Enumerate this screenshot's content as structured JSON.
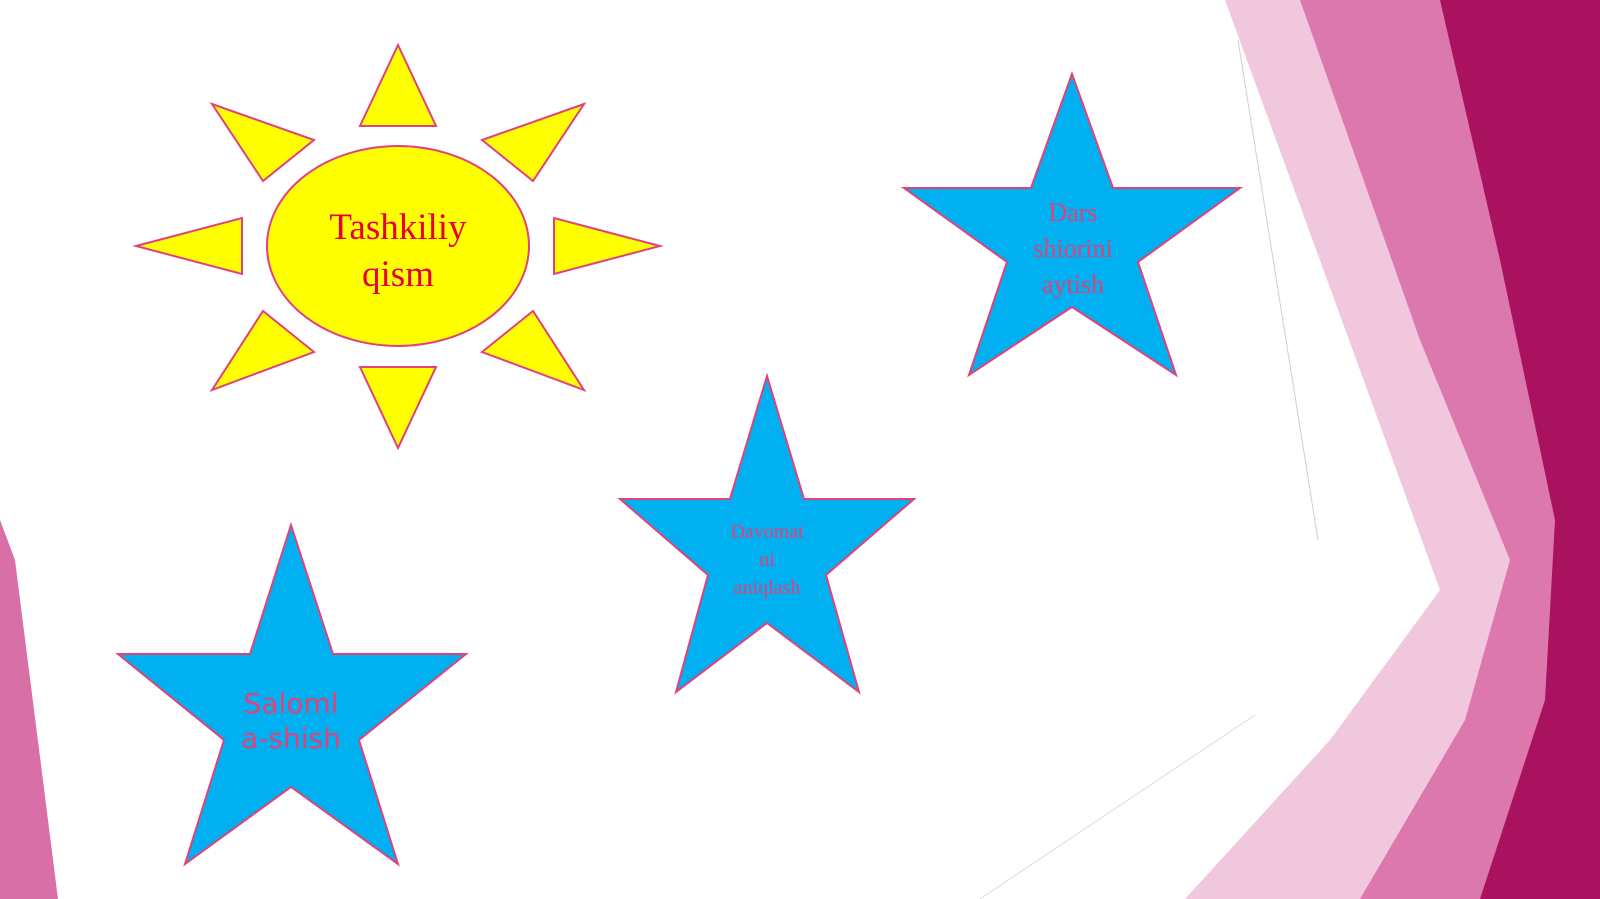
{
  "slide": {
    "theme_colors": {
      "background": "#ffffff",
      "magenta_dark": "#a8125e",
      "magenta_mid": "#c84a8c",
      "pink_light": "#e7a6c9",
      "shape_outline": "#e0427a",
      "sun_fill": "#ffff00",
      "star_fill": "#00b0f0",
      "label_text": "#e8003a"
    },
    "sun": {
      "label_line1": "Tashkiliy",
      "label_line2": "qism"
    },
    "stars": [
      {
        "id": "dars",
        "label_line1": "Dars",
        "label_line2": "shiorini",
        "label_line3": "aytish"
      },
      {
        "id": "davomat",
        "label_line1": "Davomat",
        "label_line2": "ni",
        "label_line3": "aniqlash"
      },
      {
        "id": "salom",
        "label_line1": "Saloml",
        "label_line2": "a-shish"
      }
    ]
  }
}
